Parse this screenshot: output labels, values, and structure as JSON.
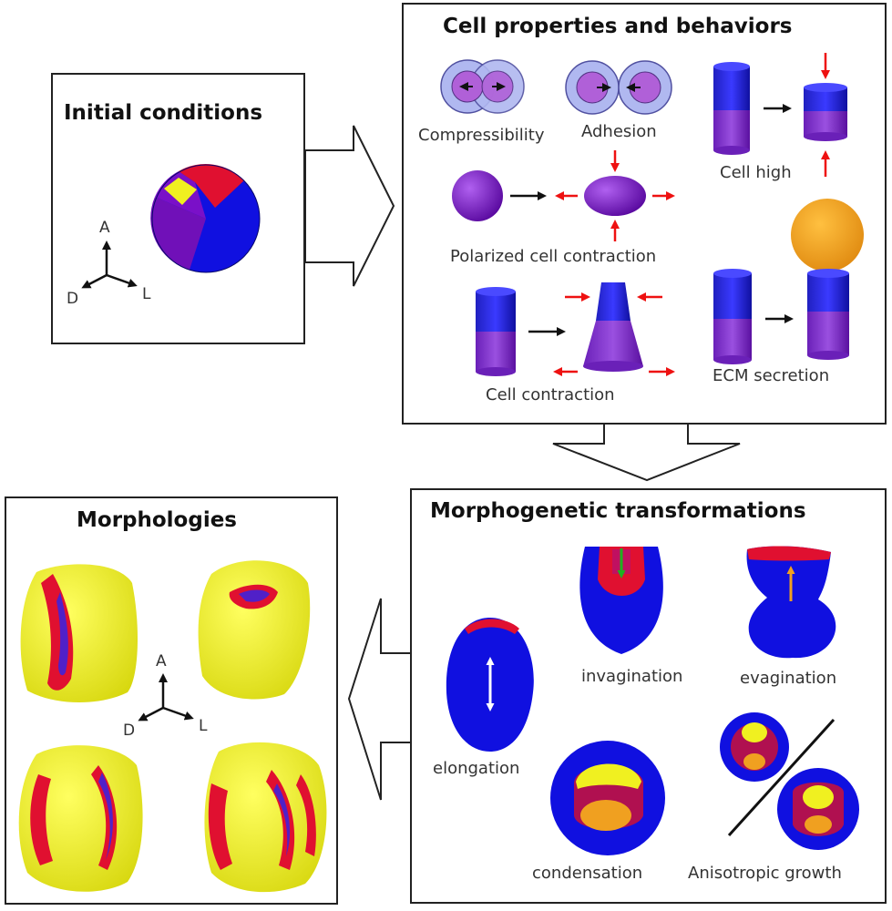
{
  "panels": {
    "initial": {
      "title": "Initial conditions"
    },
    "cell": {
      "title": "Cell properties and behaviors",
      "labels": {
        "compressibility": "Compressibility",
        "adhesion": "Adhesion",
        "cell_high": "Cell high",
        "polarized": "Polarized cell contraction",
        "contraction": "Cell contraction",
        "ecm": "ECM secretion"
      }
    },
    "morpho": {
      "title": "Morphogenetic transformations",
      "labels": {
        "invagination": "invagination",
        "evagination": "evagination",
        "elongation": "elongation",
        "condensation": "condensation",
        "anisotropic": "Anisotropic growth"
      }
    },
    "morphologies": {
      "title": "Morphologies"
    }
  },
  "axes": {
    "a": "A",
    "d": "D",
    "l": "L"
  },
  "colors": {
    "blue": "#1010e0",
    "purple": "#7a10c8",
    "light_purple": "#a070d8",
    "red": "#e01030",
    "yellow": "#f0f020",
    "orange": "#f0a020",
    "arrow_red": "#ee1111",
    "arrow_green": "#20b020"
  }
}
